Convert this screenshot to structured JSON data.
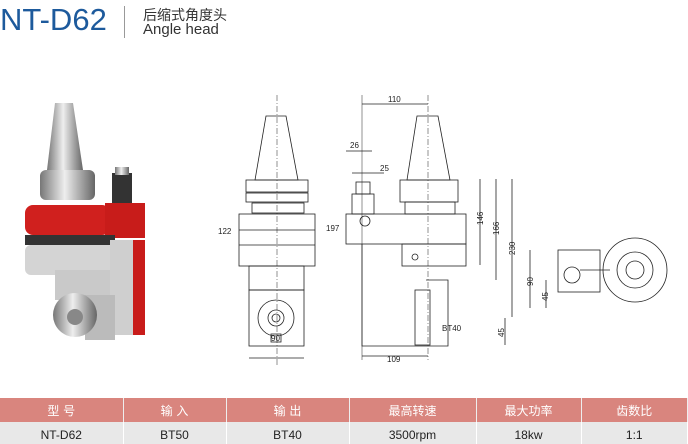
{
  "header": {
    "model": "NT-D62",
    "title_cn": "后缩式角度头",
    "title_en": "Angle head"
  },
  "drawing": {
    "dims": {
      "d110": "110",
      "d26": "26",
      "d25": "25",
      "d122": "122",
      "d197": "197",
      "d146": "146",
      "d166": "166",
      "d230": "230",
      "d90": "90",
      "d45a": "45",
      "d45b": "45",
      "d109": "109",
      "bt40": "BT40",
      "d90_label": "90"
    }
  },
  "spec_table": {
    "headers": [
      "型 号",
      "输 入",
      "输 出",
      "最高转速",
      "最大功率",
      "齿数比"
    ],
    "rows": [
      [
        "NT-D62",
        "BT50",
        "BT40",
        "3500rpm",
        "18kw",
        "1:1"
      ]
    ]
  },
  "colors": {
    "brand_blue": "#1d5a9c",
    "table_header": "#d9857e",
    "product_red": "#d0201e"
  }
}
